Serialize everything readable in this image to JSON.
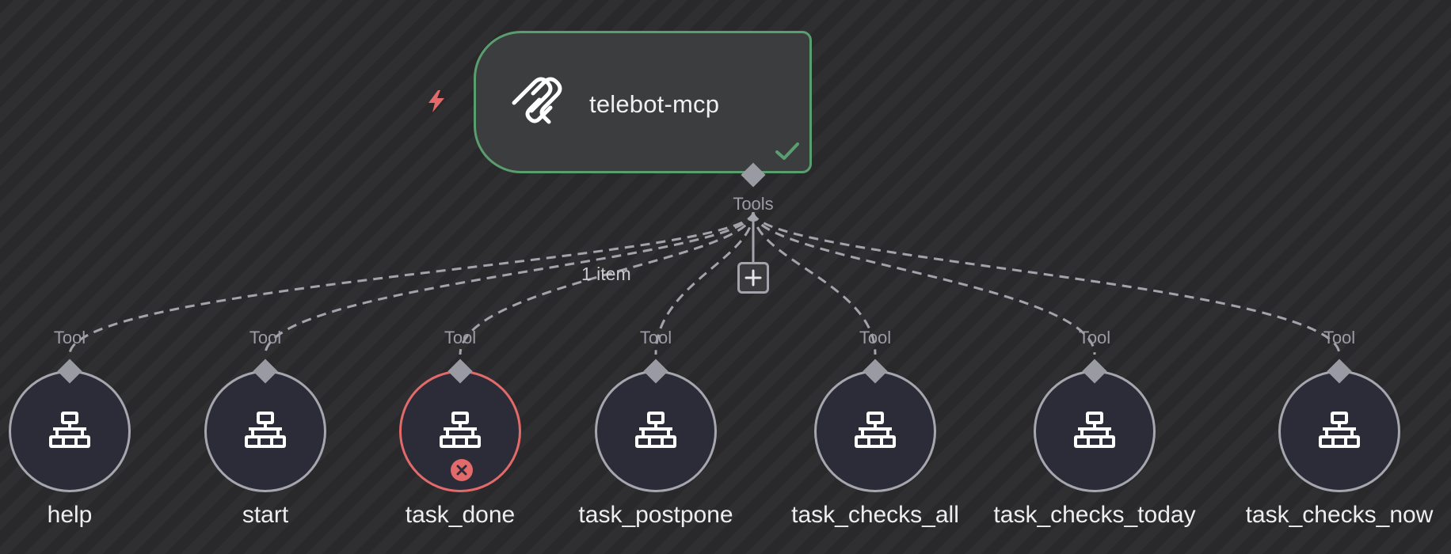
{
  "workflow": {
    "main_node": {
      "title": "telebot-mcp",
      "status": "success",
      "accent_color": "#5a9e6f",
      "icon": "mcp-icon",
      "trigger_icon": "lightning-bolt-icon",
      "status_icon": "check-icon"
    },
    "output_port_label": "Tools",
    "connection_item_count": "1 item",
    "add_button_icon": "plus-icon",
    "tool_port_label": "Tool",
    "tools": [
      {
        "name": "help",
        "status": "ok"
      },
      {
        "name": "start",
        "status": "ok"
      },
      {
        "name": "task_done",
        "status": "error"
      },
      {
        "name": "task_postpone",
        "status": "ok"
      },
      {
        "name": "task_checks_all",
        "status": "ok"
      },
      {
        "name": "task_checks_today",
        "status": "ok"
      },
      {
        "name": "task_checks_now",
        "status": "ok"
      }
    ],
    "tool_icon": "network-icon",
    "error_icon": "error-x-icon",
    "colors": {
      "error": "#e26a6a",
      "success": "#5a9e6f",
      "trigger": "#e26a6a",
      "node_border": "#a6a6ae"
    }
  }
}
